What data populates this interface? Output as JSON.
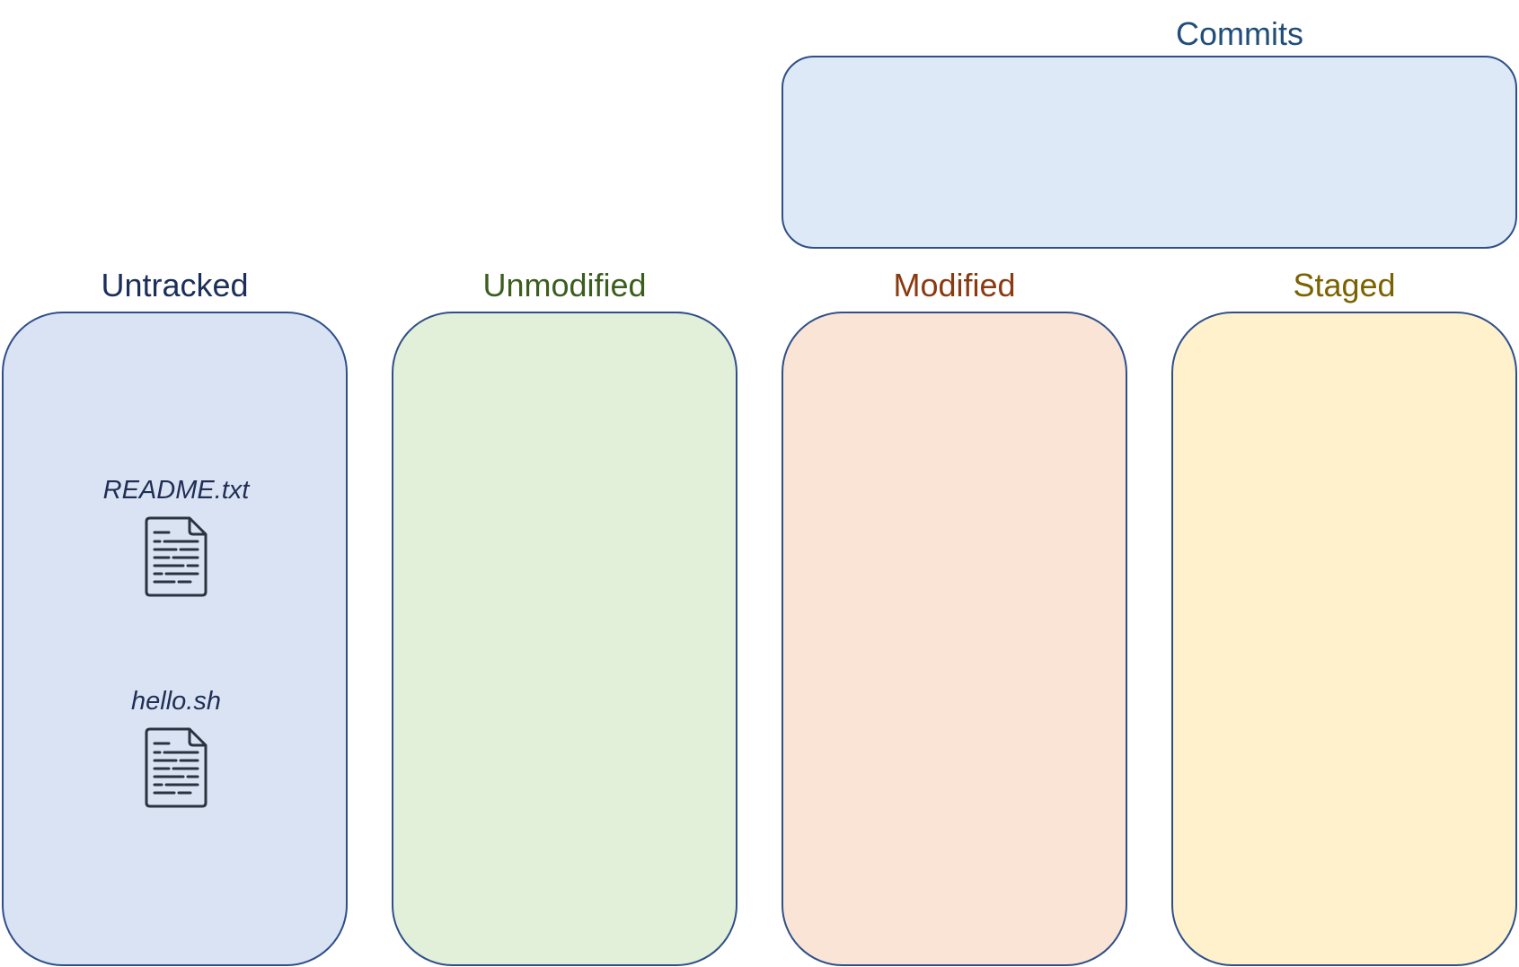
{
  "commits": {
    "label": "Commits",
    "label_color": "#1f4e79",
    "fill": "#dde9f6"
  },
  "columns": [
    {
      "label": "Untracked",
      "label_color": "#1b2f5a",
      "fill": "#dae3f3"
    },
    {
      "label": "Unmodified",
      "label_color": "#3b5e1f",
      "fill": "#e2efd9"
    },
    {
      "label": "Modified",
      "label_color": "#8a3a10",
      "fill": "#fae4d6"
    },
    {
      "label": "Staged",
      "label_color": "#7a6200",
      "fill": "#fef1cb"
    }
  ],
  "files": [
    {
      "name": "README.txt",
      "icon": "document-icon"
    },
    {
      "name": "hello.sh",
      "icon": "document-icon"
    }
  ],
  "border_color": "#2f4f8a"
}
